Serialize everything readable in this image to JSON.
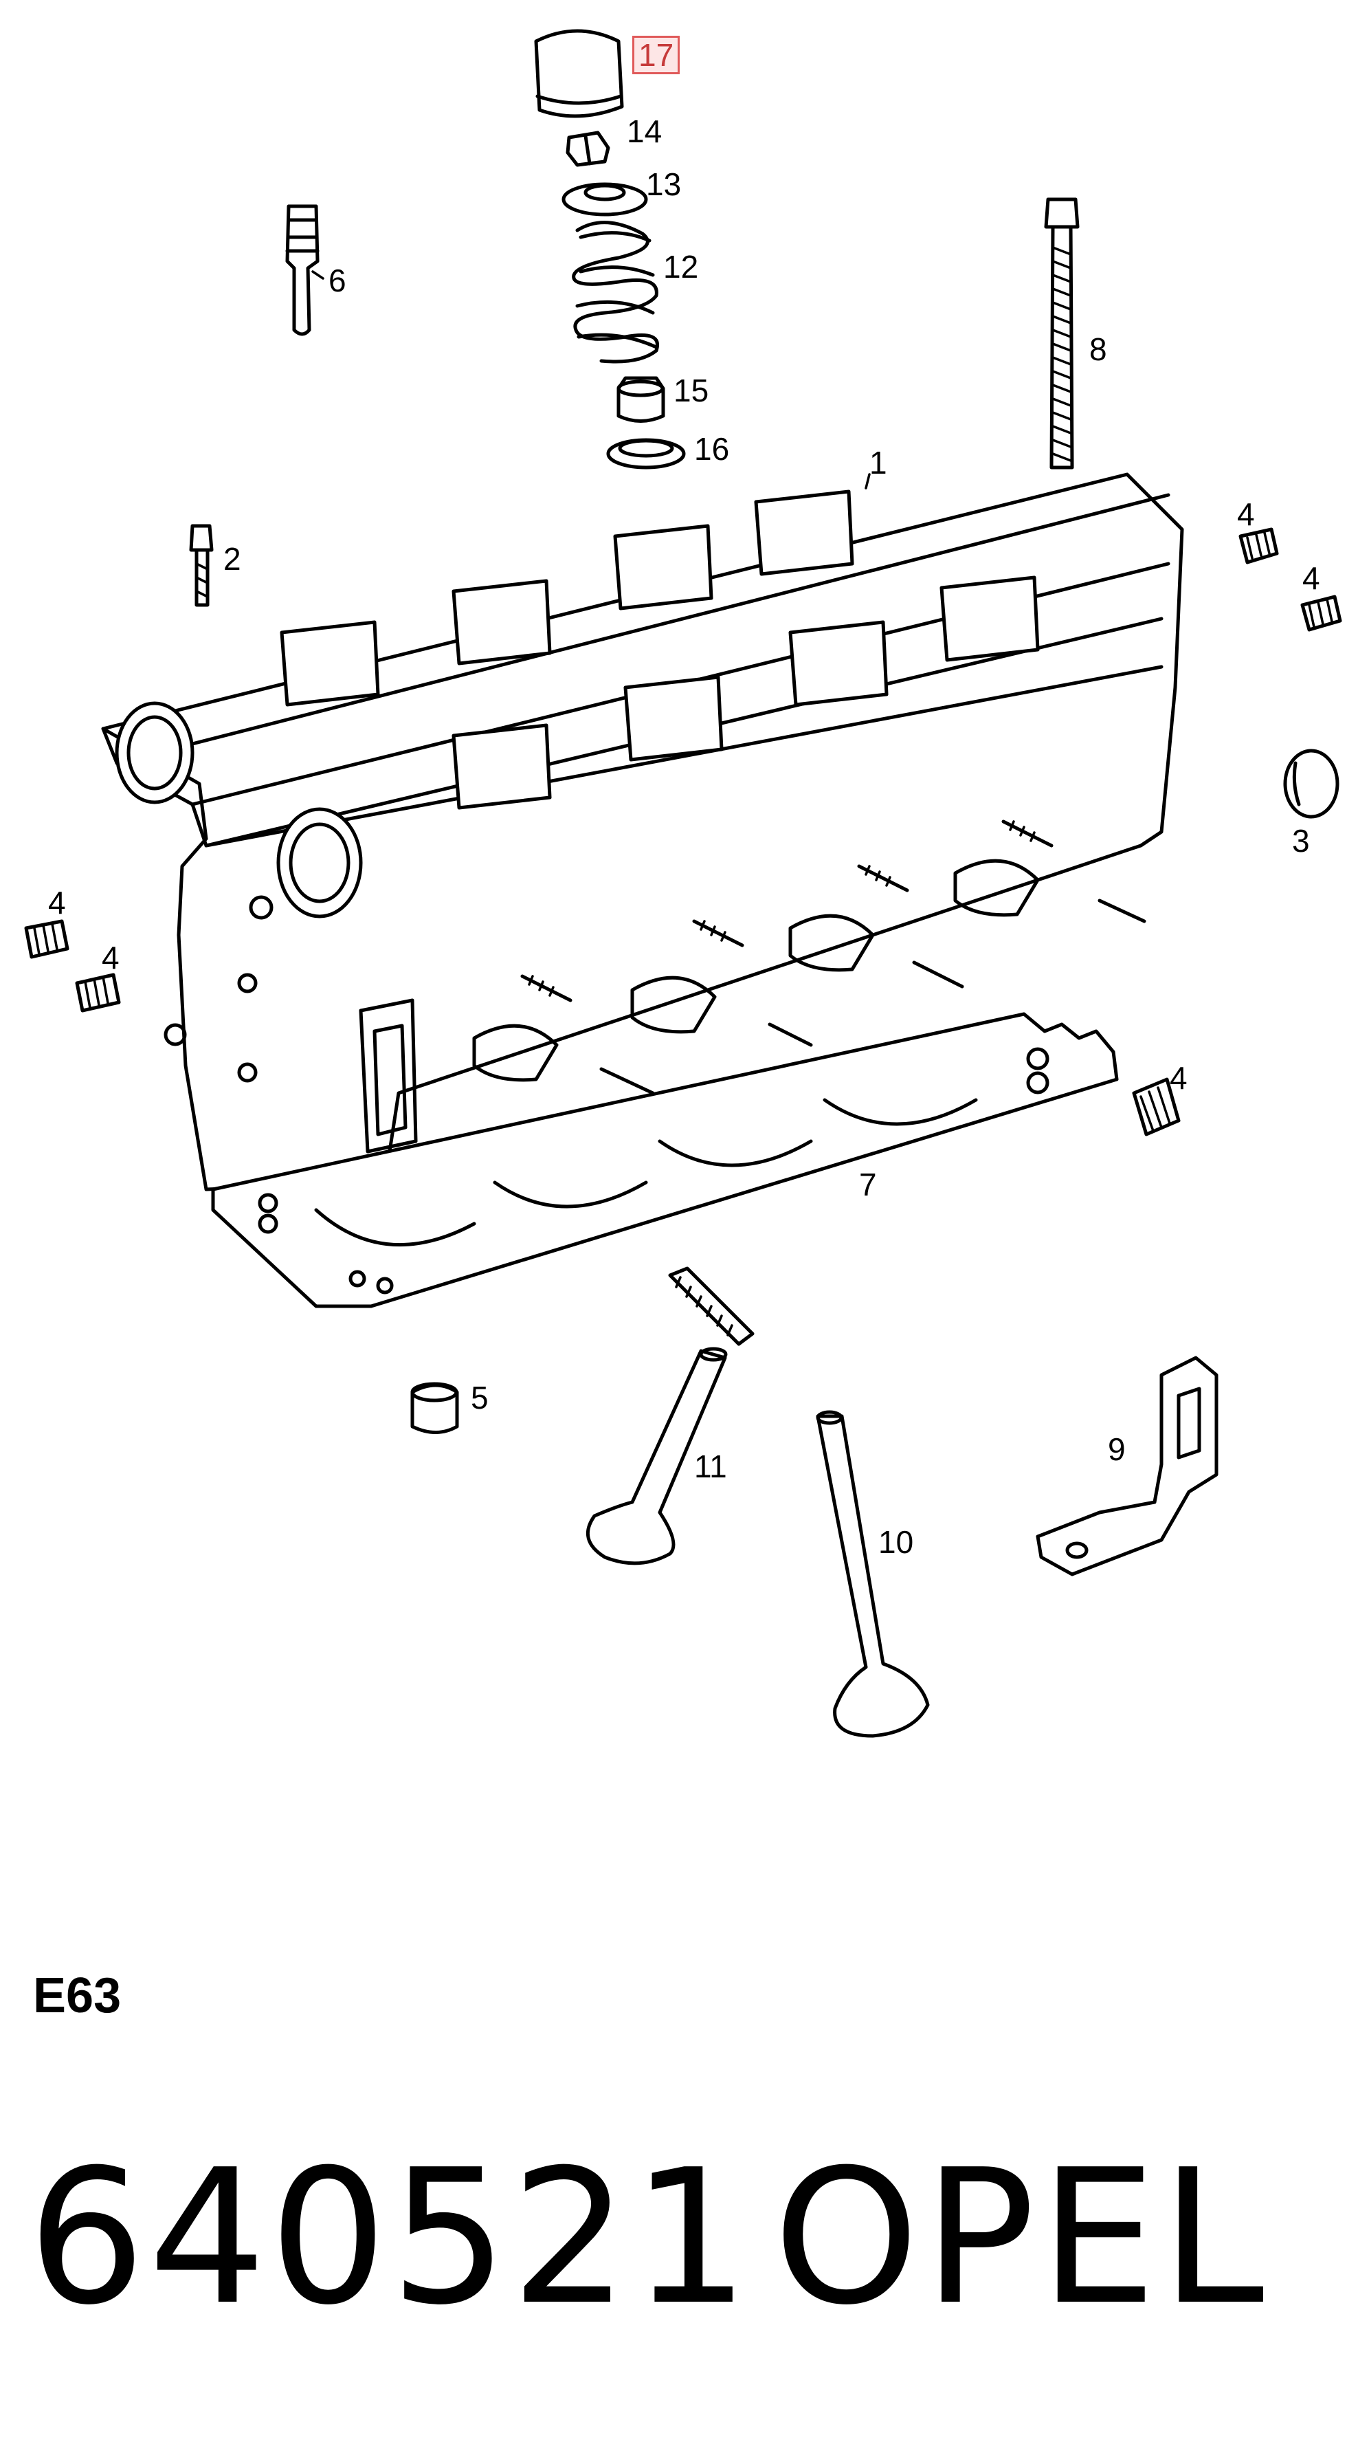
{
  "diagram": {
    "callouts": [
      {
        "id": "1",
        "text": "1"
      },
      {
        "id": "2",
        "text": "2"
      },
      {
        "id": "3",
        "text": "3"
      },
      {
        "id": "4a",
        "text": "4"
      },
      {
        "id": "4b",
        "text": "4"
      },
      {
        "id": "4c",
        "text": "4"
      },
      {
        "id": "4d",
        "text": "4"
      },
      {
        "id": "4e",
        "text": "4"
      },
      {
        "id": "5",
        "text": "5"
      },
      {
        "id": "6",
        "text": "6"
      },
      {
        "id": "7",
        "text": "7"
      },
      {
        "id": "8",
        "text": "8"
      },
      {
        "id": "9",
        "text": "9"
      },
      {
        "id": "10",
        "text": "10"
      },
      {
        "id": "11",
        "text": "11"
      },
      {
        "id": "12",
        "text": "12"
      },
      {
        "id": "13",
        "text": "13"
      },
      {
        "id": "14",
        "text": "14"
      },
      {
        "id": "15",
        "text": "15"
      },
      {
        "id": "16",
        "text": "16"
      },
      {
        "id": "17",
        "text": "17",
        "highlighted": true
      }
    ],
    "highlight_color": "#e05a5a"
  },
  "footer": {
    "section_code": "E63",
    "part_number": "640521",
    "brand": "OPEL"
  }
}
